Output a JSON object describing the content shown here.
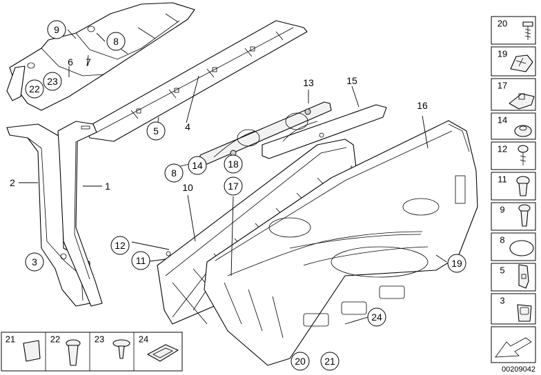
{
  "callouts": {
    "c1": "1",
    "c2": "2",
    "c3": "3",
    "c4": "4",
    "c5": "5",
    "c6": "6",
    "c7": "7",
    "c8a": "8",
    "c8b": "8",
    "c9": "9",
    "c10": "10",
    "c11": "11",
    "c12": "12",
    "c13": "13",
    "c14": "14",
    "c15": "15",
    "c16": "16",
    "c17": "17",
    "c18": "18",
    "c19": "19",
    "c20": "20",
    "c21": "21",
    "c22": "22",
    "c23": "23",
    "c24": "24"
  },
  "side_legend": [
    "20",
    "19",
    "17",
    "14",
    "12",
    "11",
    "9",
    "8",
    "5",
    "3"
  ],
  "bottom_legend": [
    "21",
    "22",
    "23",
    "24"
  ],
  "reference_number": "00209042"
}
